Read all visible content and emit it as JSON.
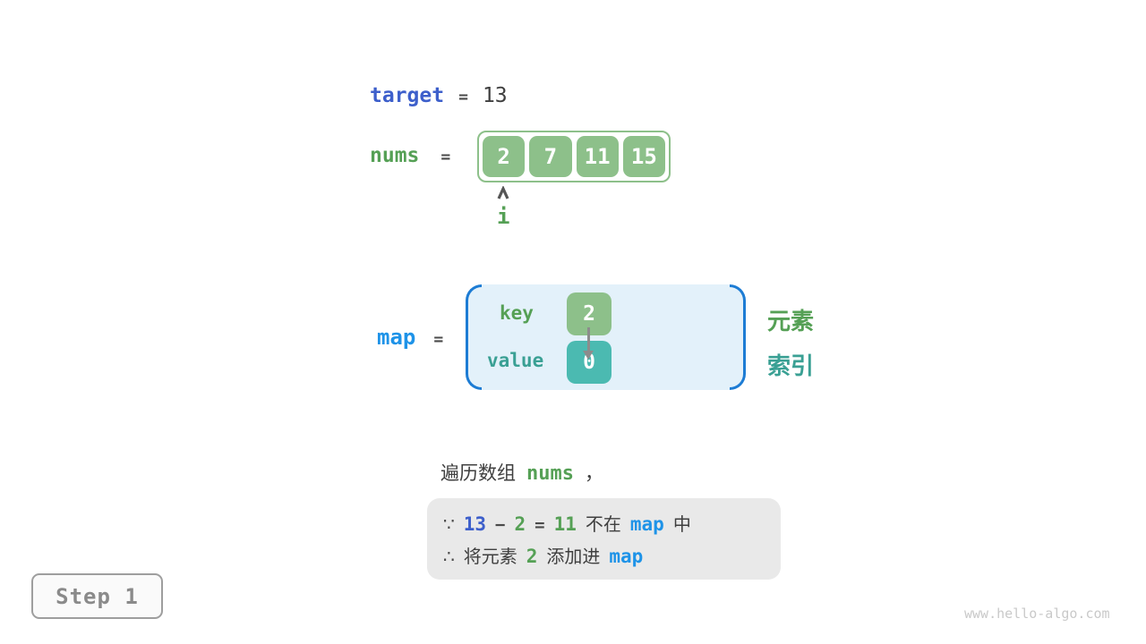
{
  "palette": {
    "green_fill": "#8DC08A",
    "teal_fill": "#4BBAB1",
    "green_text": "#55A055",
    "teal_text": "#3AA094",
    "royal_blue": "#3D5FCB",
    "sky_blue": "#1E93E8",
    "bracket_blue": "#1D7CD4",
    "map_bg": "#E3F1FA",
    "note_bg": "#E9E9E9",
    "dark_text": "#3F3F3F",
    "arrow_gray": "#8C8C8C",
    "watermark_gray": "#C9C9C9"
  },
  "target_line": {
    "keyword": "target",
    "equals": "=",
    "value": "13"
  },
  "nums_line": {
    "keyword": "nums",
    "equals": "=",
    "cells": [
      "2",
      "7",
      "11",
      "15"
    ],
    "index_label": "i"
  },
  "map_block": {
    "keyword": "map",
    "equals": "=",
    "key_label": "key",
    "key_value": "2",
    "value_label": "value",
    "value_value": "0",
    "legend_element": "元素",
    "legend_index": "索引"
  },
  "caption": {
    "text_before": "遍历数组",
    "code": "nums",
    "text_after": "，"
  },
  "note_box": {
    "line1": {
      "because": "∵",
      "minuend": "13",
      "minus": "−",
      "subtrahend": "2",
      "equals": "=",
      "difference": "11",
      "text_mid": "不在",
      "code": "map",
      "text_end": "中"
    },
    "line2": {
      "therefore": "∴",
      "text_start": "将元素",
      "value": "2",
      "text_mid": "添加进",
      "code": "map"
    }
  },
  "step_badge": {
    "label": "Step 1"
  },
  "watermark": "www.hello-algo.com"
}
